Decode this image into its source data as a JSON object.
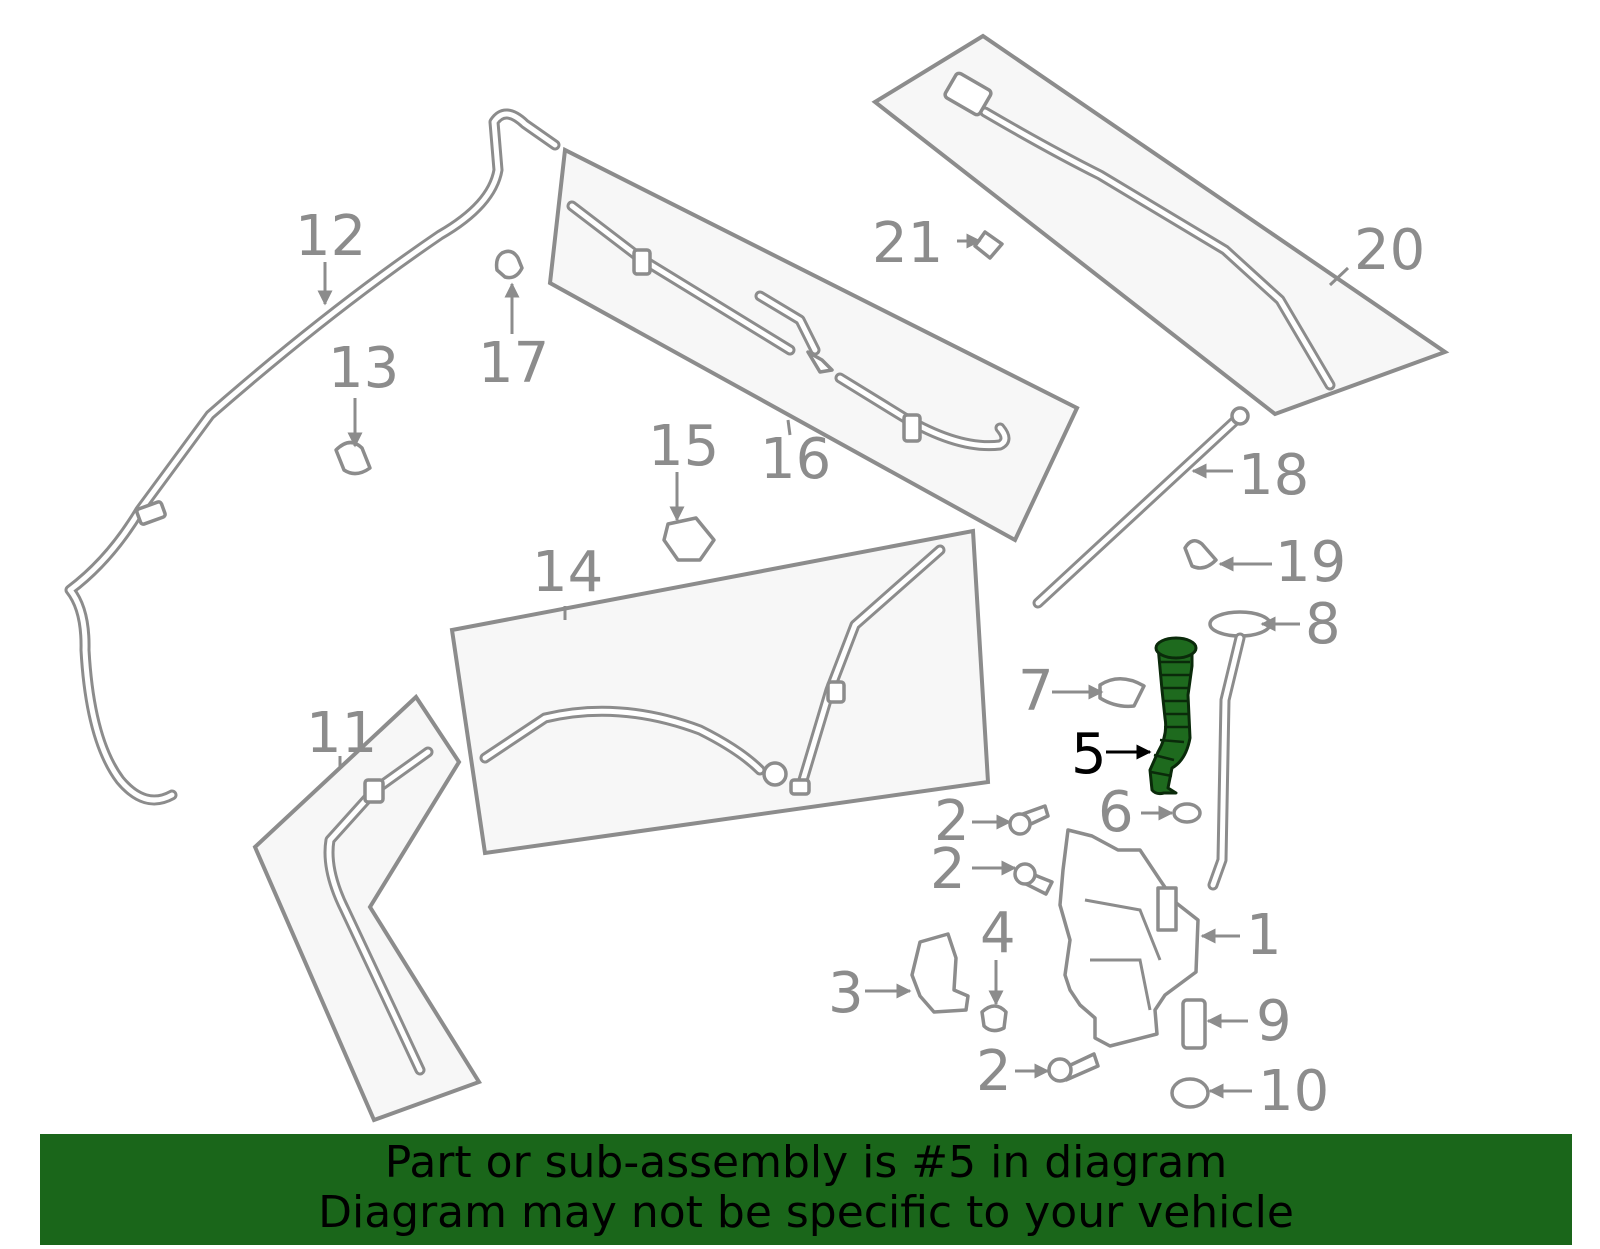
{
  "callouts": {
    "c1": "1",
    "c2a": "2",
    "c2b": "2",
    "c2c": "2",
    "c3": "3",
    "c4": "4",
    "c5": "5",
    "c6": "6",
    "c7": "7",
    "c8": "8",
    "c9": "9",
    "c10": "10",
    "c11": "11",
    "c12": "12",
    "c13": "13",
    "c14": "14",
    "c15": "15",
    "c16": "16",
    "c17": "17",
    "c18": "18",
    "c19": "19",
    "c20": "20",
    "c21": "21"
  },
  "highlighted_part": "5",
  "banner": {
    "line1": "Part or sub-assembly is #5 in diagram",
    "line2": "Diagram may not be specific to your vehicle"
  },
  "colors": {
    "line_gray": "#8c8c8c",
    "highlight_green": "#1e6a1e",
    "banner_green": "#1a661a"
  }
}
